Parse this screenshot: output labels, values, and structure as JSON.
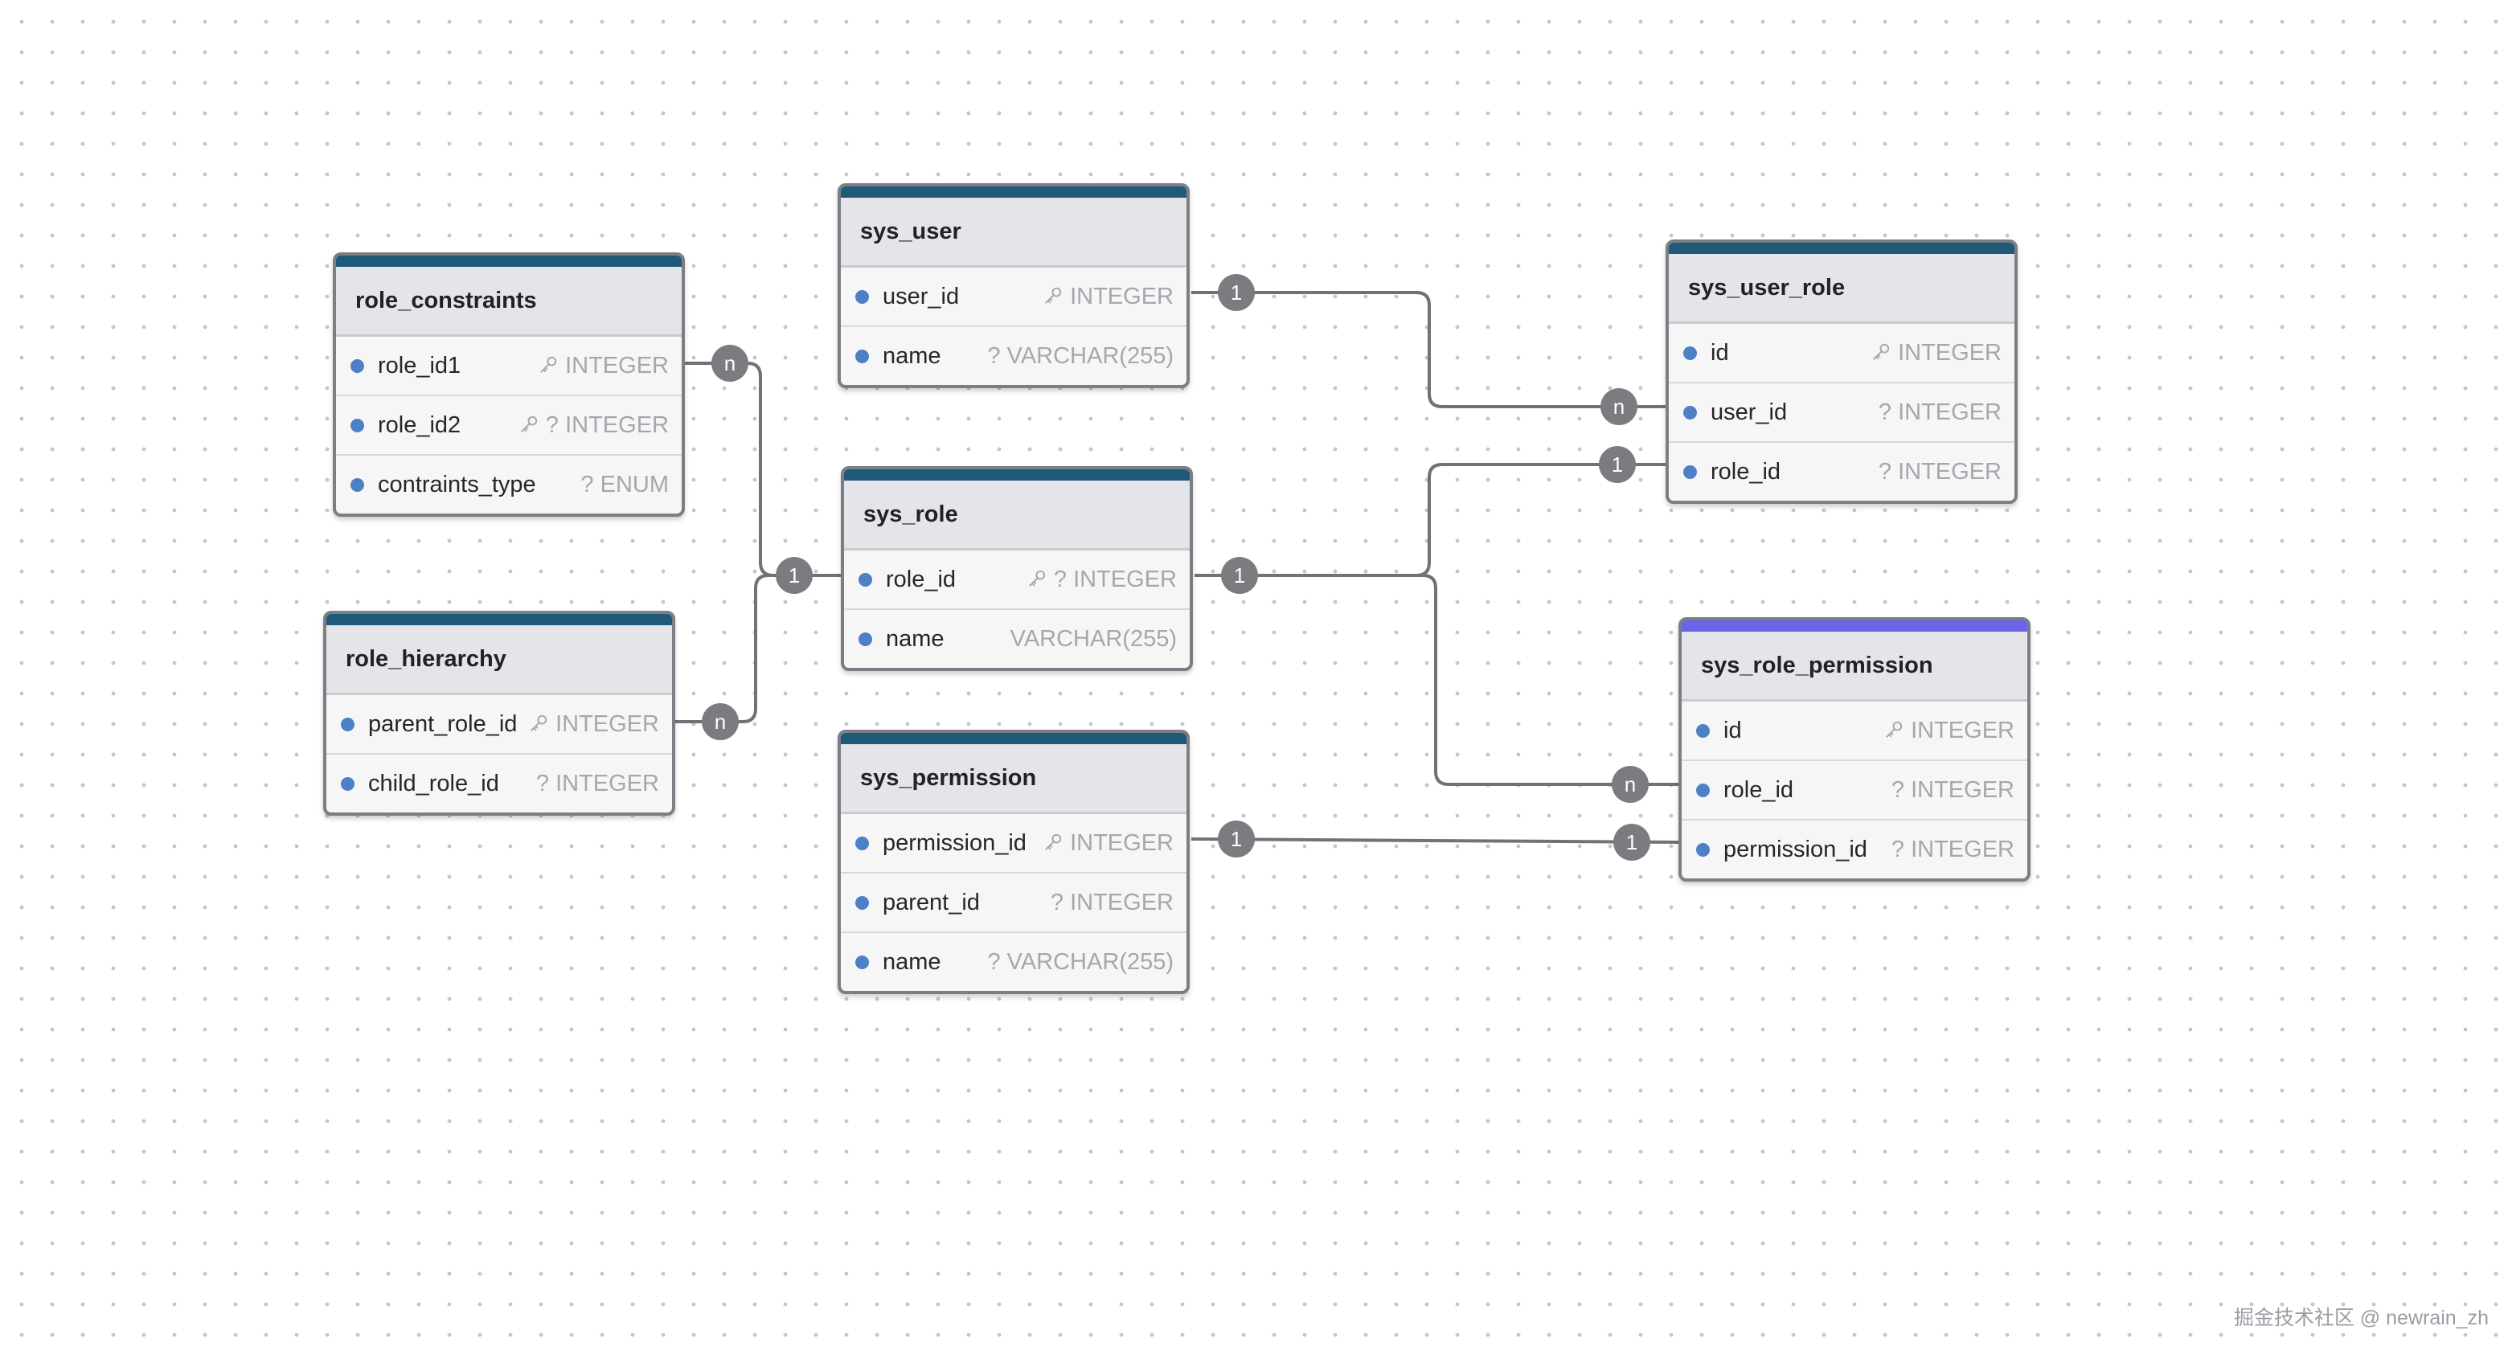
{
  "tables": {
    "role_constraints": {
      "name": "role_constraints",
      "columns": [
        {
          "name": "role_id1",
          "type": "INTEGER"
        },
        {
          "name": "role_id2",
          "type": "? INTEGER"
        },
        {
          "name": "contraints_type",
          "type": "? ENUM"
        }
      ]
    },
    "role_hierarchy": {
      "name": "role_hierarchy",
      "columns": [
        {
          "name": "parent_role_id",
          "type": "INTEGER"
        },
        {
          "name": "child_role_id",
          "type": "? INTEGER"
        }
      ]
    },
    "sys_user": {
      "name": "sys_user",
      "columns": [
        {
          "name": "user_id",
          "type": "INTEGER"
        },
        {
          "name": "name",
          "type": "? VARCHAR(255)"
        }
      ]
    },
    "sys_role": {
      "name": "sys_role",
      "columns": [
        {
          "name": "role_id",
          "type": "? INTEGER"
        },
        {
          "name": "name",
          "type": "VARCHAR(255)"
        }
      ]
    },
    "sys_permission": {
      "name": "sys_permission",
      "columns": [
        {
          "name": "permission_id",
          "type": "INTEGER"
        },
        {
          "name": "parent_id",
          "type": "? INTEGER"
        },
        {
          "name": "name",
          "type": "? VARCHAR(255)"
        }
      ]
    },
    "sys_user_role": {
      "name": "sys_user_role",
      "columns": [
        {
          "name": "id",
          "type": "INTEGER"
        },
        {
          "name": "user_id",
          "type": "? INTEGER"
        },
        {
          "name": "role_id",
          "type": "? INTEGER"
        }
      ]
    },
    "sys_role_permission": {
      "name": "sys_role_permission",
      "columns": [
        {
          "name": "id",
          "type": "INTEGER"
        },
        {
          "name": "role_id",
          "type": "? INTEGER"
        },
        {
          "name": "permission_id",
          "type": "? INTEGER"
        }
      ]
    }
  },
  "relations": {
    "user_to_user_role": {
      "from": "sys_user.user_id",
      "to": "sys_user_role.user_id",
      "from_card": "1",
      "to_card": "n"
    },
    "role_to_user_role": {
      "from": "sys_role.role_id",
      "to": "sys_user_role.role_id",
      "from_card": "1",
      "to_card": "1"
    },
    "role_to_role_permission": {
      "from": "sys_role.role_id",
      "to": "sys_role_permission.role_id",
      "from_card": "1",
      "to_card": "n"
    },
    "permission_to_role_permission": {
      "from": "sys_permission.permission_id",
      "to": "sys_role_permission.permission_id",
      "from_card": "1",
      "to_card": "1"
    },
    "constraints_to_role": {
      "from": "role_constraints.role_id1",
      "to": "sys_role.role_id",
      "from_card": "n",
      "to_card": "1"
    },
    "hierarchy_to_role": {
      "from": "role_hierarchy.parent_role_id",
      "to": "sys_role.role_id",
      "from_card": "n",
      "to_card": "1"
    }
  },
  "key_icon": "key-icon",
  "colors": {
    "header_bar": "#1f5a78",
    "header_bar_selected": "#6b63e8",
    "column_dot": "#4d80c4",
    "connector": "#6f7277",
    "badge": "#7a7c80"
  },
  "watermark": "掘金技术社区 @ newrain_zh"
}
